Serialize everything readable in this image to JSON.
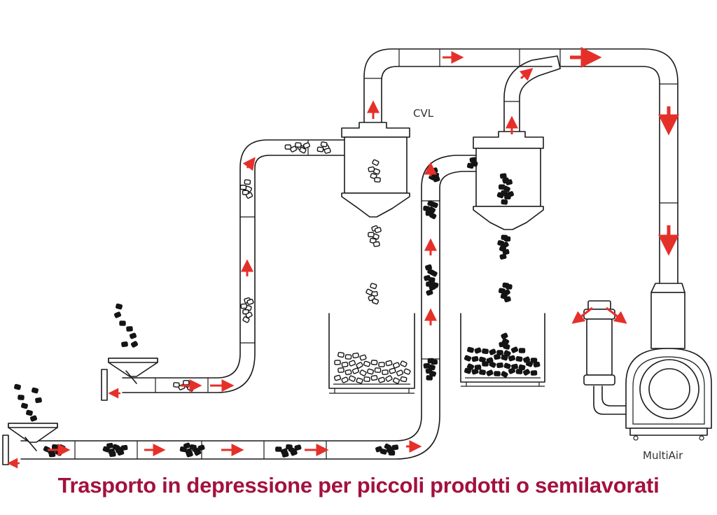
{
  "labels": {
    "cvl": "CVL",
    "multiair": "MultiAir"
  },
  "caption": "Trasporto in depressione per piccoli prodotti o semilavorati",
  "colors": {
    "caption": "#a3113f",
    "arrow": "#e5302a",
    "line": "#1a1a1a",
    "product": "#141414"
  },
  "icons": [
    "flow-arrow",
    "product-piece",
    "hopper",
    "cyclone-separator",
    "collection-bin",
    "vacuum-pump",
    "silencer-filter"
  ]
}
